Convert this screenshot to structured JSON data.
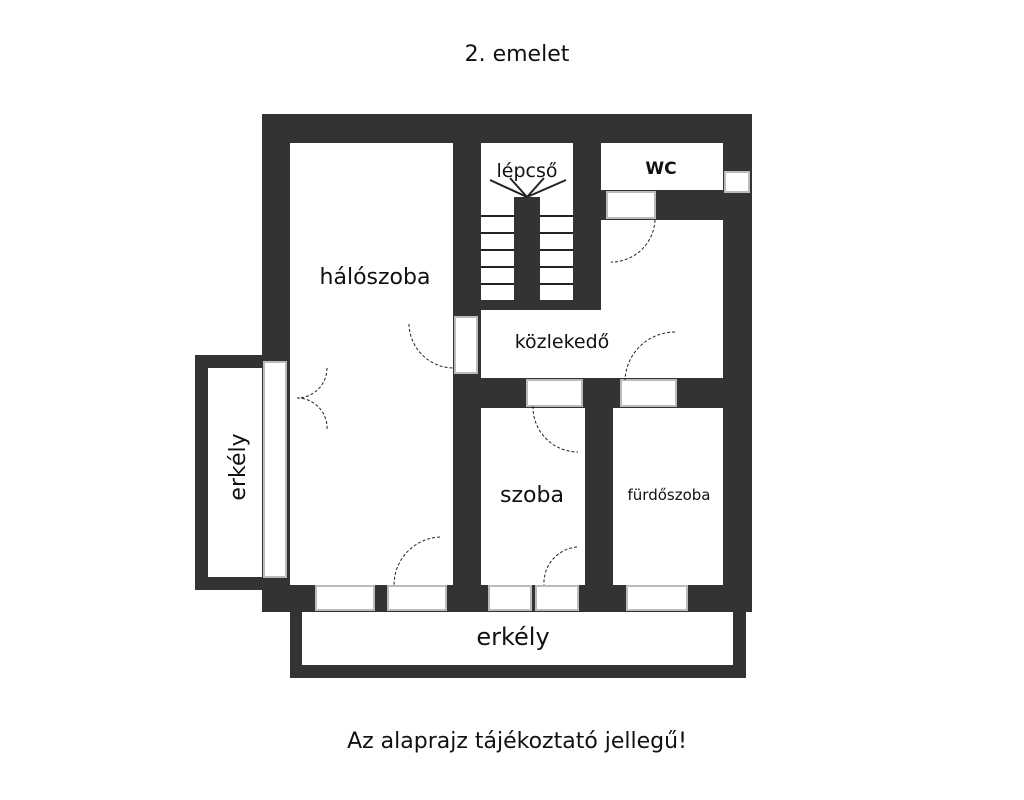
{
  "title": "2. emelet",
  "rooms": {
    "bedroom": "hálószoba",
    "stairs": "lépcső",
    "wc": "WC",
    "hallway": "közlekedő",
    "room": "szoba",
    "bathroom": "fürdőszoba",
    "balcony_side": "erkély",
    "balcony_bottom": "erkély"
  },
  "footer": "Az alaprajz tájékoztató jellegű!",
  "colors": {
    "wall": "#333333",
    "window": "#bbbbbb",
    "background": "#ffffff"
  }
}
